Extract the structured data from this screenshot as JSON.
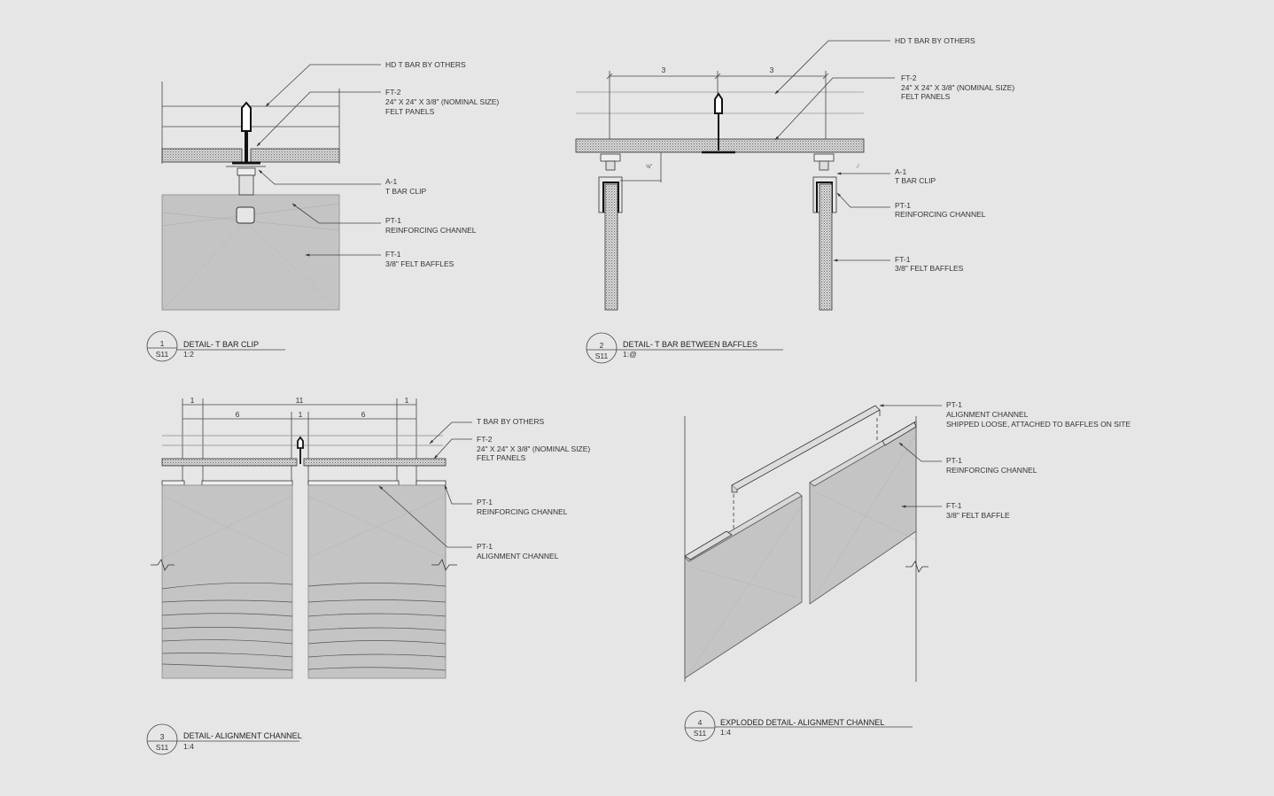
{
  "colors": {
    "background": "#e6e6e6",
    "line": "#444444",
    "baffle_fill": "#c4c4c4",
    "panel_fill": "#d2d2d2",
    "text": "#333333"
  },
  "detail1": {
    "callout": {
      "number": "1",
      "sheet": "S11"
    },
    "title": "DETAIL- T BAR CLIP",
    "scale": "1:2",
    "labels": {
      "hd_tbar": "HD T BAR BY OTHERS",
      "ft2_code": "FT-2",
      "ft2_size": "24\" X 24\" X 3/8\" (NOMINAL SIZE)",
      "ft2_desc": "FELT PANELS",
      "a1_code": "A-1",
      "a1_desc": "T BAR CLIP",
      "pt1_code": "PT-1",
      "pt1_desc": "REINFORCING CHANNEL",
      "ft1_code": "FT-1",
      "ft1_desc": "3/8\" FELT BAFFLES"
    }
  },
  "detail2": {
    "callout": {
      "number": "2",
      "sheet": "S11"
    },
    "title": "DETAIL- T BAR  BETWEEN BAFFLES",
    "scale": "1:@",
    "dims": {
      "left": "3",
      "right": "3",
      "small": "⅛\""
    },
    "labels": {
      "hd_tbar": "HD T BAR BY OTHERS",
      "ft2_code": "FT-2",
      "ft2_size": "24\" X 24\" X 3/8\" (NOMINAL SIZE)",
      "ft2_desc": "FELT PANELS",
      "a1_code": "A-1",
      "a1_desc": "T BAR CLIP",
      "pt1_code": "PT-1",
      "pt1_desc": "REINFORCING CHANNEL",
      "ft1_code": "FT-1",
      "ft1_desc": "3/8\" FELT BAFFLES"
    }
  },
  "detail3": {
    "callout": {
      "number": "3",
      "sheet": "S11"
    },
    "title": "DETAIL- ALIGNMENT CHANNEL",
    "scale": "1:4",
    "dims": {
      "overall": "11",
      "left_end": "1",
      "left_span": "6",
      "center": "1",
      "right_span": "6",
      "right_end": "1"
    },
    "labels": {
      "tbar": "T BAR BY OTHERS",
      "ft2_code": "FT-2",
      "ft2_size": "24\" X 24\" X 3/8\" (NOMINAL SIZE)",
      "ft2_desc": "FELT PANELS",
      "pt1a_code": "PT-1",
      "pt1a_desc": "REINFORCING CHANNEL",
      "pt1b_code": "PT-1",
      "pt1b_desc": "ALIGNMENT CHANNEL"
    }
  },
  "detail4": {
    "callout": {
      "number": "4",
      "sheet": "S11"
    },
    "title": "EXPLODED DETAIL- ALIGNMENT CHANNEL",
    "scale": "1:4",
    "labels": {
      "pt1a_code": "PT-1",
      "pt1a_desc": "ALIGNMENT CHANNEL",
      "pt1a_note": "SHIPPED LOOSE, ATTACHED TO BAFFLES ON SITE",
      "pt1b_code": "PT-1",
      "pt1b_desc": "REINFORCING CHANNEL",
      "ft1_code": "FT-1",
      "ft1_desc": "3/8\" FELT BAFFLE"
    }
  }
}
